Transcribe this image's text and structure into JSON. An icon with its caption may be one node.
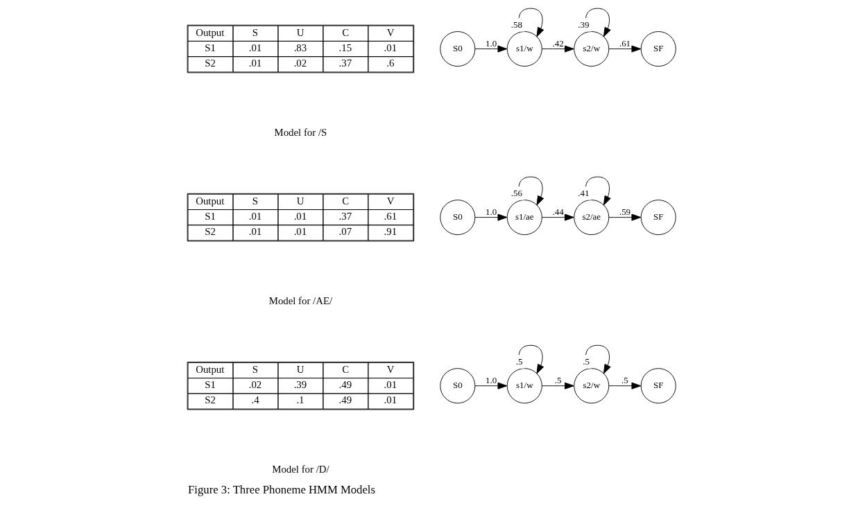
{
  "diagram": {
    "caption": "Figure 3: Three Phoneme HMM Models",
    "nodes": [
      {
        "text": [
          "S0"
        ]
      },
      {
        "text": [
          "s1/w"
        ]
      },
      {
        "text": [
          "s2/w"
        ]
      },
      {
        "text": [
          "SF"
        ]
      },
      {
        "text": [
          "S0"
        ]
      },
      {
        "text": [
          "s1/ae"
        ]
      },
      {
        "text": [
          "s2/ae"
        ]
      },
      {
        "text": [
          "SF"
        ]
      },
      {
        "text": [
          "S0"
        ]
      },
      {
        "text": [
          "s1/w"
        ]
      },
      {
        "text": [
          "s2/w"
        ]
      },
      {
        "text": [
          "SF"
        ]
      }
    ],
    "edges": [
      {
        "from": 0,
        "to": 1,
        "arrow": "to",
        "label": "1.0"
      },
      {
        "from": 1,
        "to": 1,
        "arrow": "to",
        "label": ".58"
      },
      {
        "from": 1,
        "to": 2,
        "arrow": "to",
        "label": ".42"
      },
      {
        "from": 2,
        "to": 2,
        "arrow": "to",
        "label": ".39"
      },
      {
        "from": 2,
        "to": 3,
        "arrow": "to",
        "label": ".61"
      },
      {
        "from": 4,
        "to": 5,
        "arrow": "to",
        "label": "1.0"
      },
      {
        "from": 5,
        "to": 5,
        "arrow": "to",
        "label": ".56"
      },
      {
        "from": 5,
        "to": 6,
        "arrow": "to",
        "label": ".44"
      },
      {
        "from": 6,
        "to": 6,
        "arrow": "to",
        "label": ".41"
      },
      {
        "from": 6,
        "to": 7,
        "arrow": "to",
        "label": ".59"
      },
      {
        "from": 8,
        "to": 9,
        "arrow": "to",
        "label": "1.0"
      },
      {
        "from": 9,
        "to": 9,
        "arrow": "to",
        "label": ".5"
      },
      {
        "from": 9,
        "to": 10,
        "arrow": "to",
        "label": ".5"
      },
      {
        "from": 10,
        "to": 10,
        "arrow": "to",
        "label": ".5"
      },
      {
        "from": 10,
        "to": 11,
        "arrow": "to",
        "label": ".5"
      }
    ],
    "labels": [
      "Output",
      "S",
      "U",
      "C",
      "V",
      "S1",
      ".01",
      ".83",
      ".15",
      ".01",
      "S2",
      ".01",
      ".02",
      ".37",
      ".6",
      "Model for /S",
      "Output",
      "S",
      "U",
      "C",
      "V",
      "S1",
      ".01",
      ".01",
      ".37",
      ".61",
      "S2",
      ".01",
      ".01",
      ".07",
      ".91",
      "Model for /AE/",
      "Output",
      "S",
      "U",
      "C",
      "V",
      "S1",
      ".02",
      ".39",
      ".49",
      ".01",
      "S2",
      ".4",
      ".1",
      ".49",
      ".01",
      "Model for /D/"
    ]
  }
}
